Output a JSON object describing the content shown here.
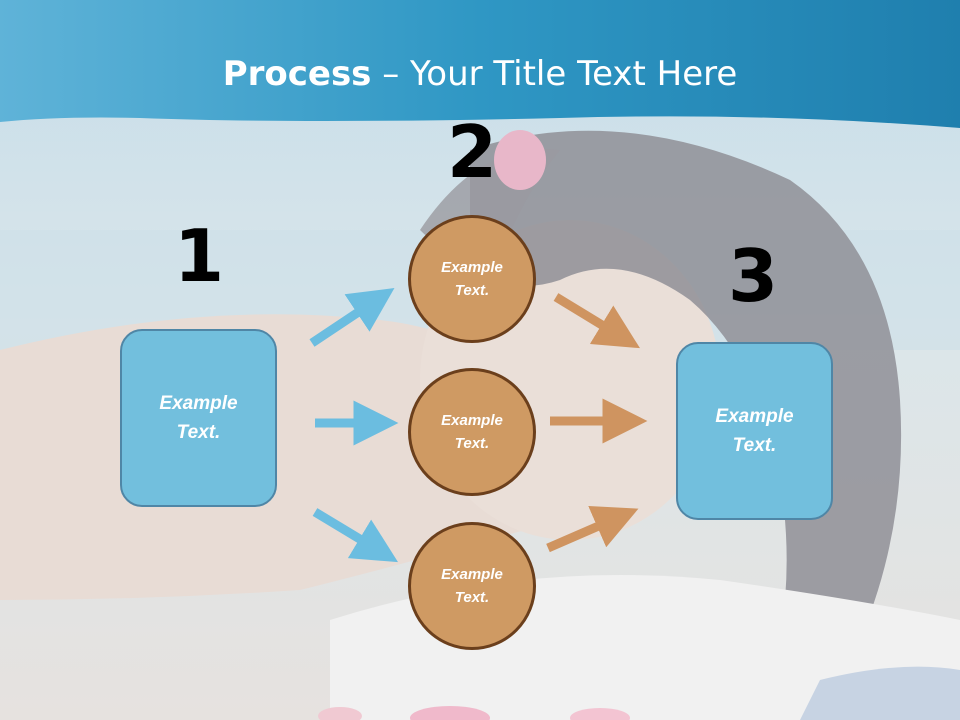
{
  "title": {
    "bold": "Process",
    "rest": " – Your Title Text Here"
  },
  "steps": {
    "one": {
      "number": "1",
      "label_line1": "Example",
      "label_line2": "Text."
    },
    "two": {
      "number": "2",
      "items": [
        {
          "label_line1": "Example",
          "label_line2": "Text."
        },
        {
          "label_line1": "Example",
          "label_line2": "Text."
        },
        {
          "label_line1": "Example",
          "label_line2": "Text."
        }
      ]
    },
    "three": {
      "number": "3",
      "label_line1": "Example",
      "label_line2": "Text."
    }
  },
  "colors": {
    "header_band": "#2e95c2",
    "box_fill": "#72bfdd",
    "box_border": "#4f86a6",
    "circle_fill": "#cf9a63",
    "circle_border": "#6b3f1c",
    "blue_arrow": "#6bbde0",
    "orange_arrow": "#cf9460"
  }
}
